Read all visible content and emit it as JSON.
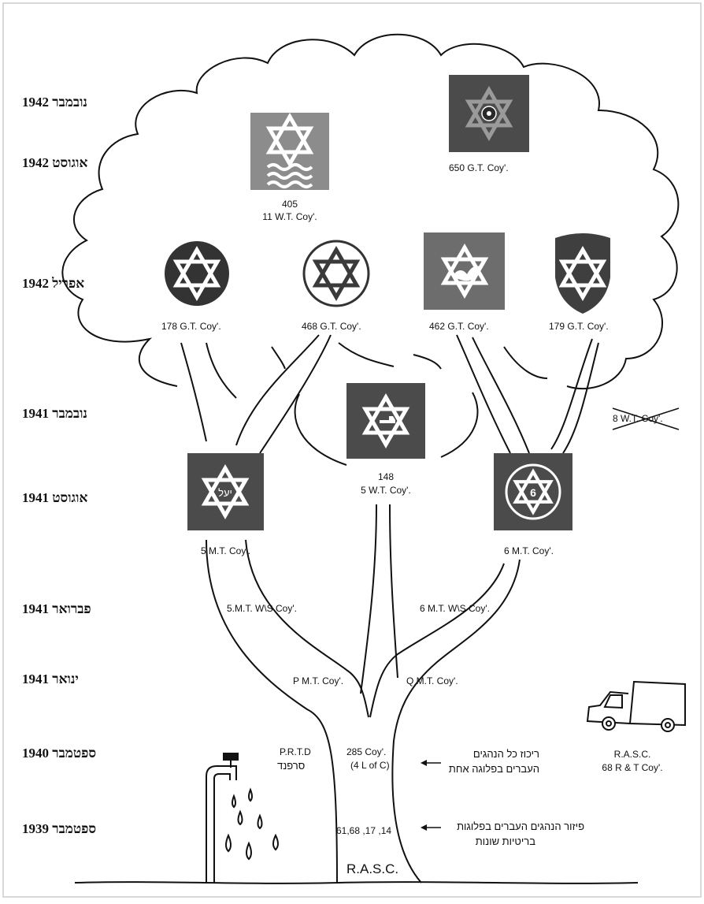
{
  "timeline": [
    "נובמבר 1942",
    "אוגוסט 1942",
    "אפריל 1942",
    "נובמבר 1941",
    "אוגוסט 1941",
    "פברואר 1941",
    "ינואר 1941",
    "ספטמבר 1940",
    "ספטמבר 1939"
  ],
  "units": {
    "u650": "650 G.T. Coy'.",
    "u405_num": "405",
    "u405_name": "11 W.T. Coy'.",
    "u178": "178 G.T. Coy'.",
    "u468": "468 G.T. Coy'.",
    "u462": "462 G.T. Coy'.",
    "u179": "179 G.T. Coy'.",
    "u148_num": "148",
    "u148_name": "5 W.T. Coy'.",
    "u8wt": "8 W.T. Coy'.",
    "u5mt": "5 M.T. Coy'.",
    "u6mt": "6 M.T. Coy'.",
    "u5ws": "5.M.T. W\\S Coy'.",
    "u6ws": "6 M.T. W\\S Coy'.",
    "pmt": "P M.T. Coy'.",
    "qmt": "Q M.T. Coy'.",
    "prtd": "P.R.T.D",
    "prtd_heb": "סרפנד",
    "c285": "285 Coy'.",
    "c285_sub": "(4 L of C)",
    "companies_1939": "61,68 ,17 ,14",
    "rasc_label": "R.A.S.C.",
    "rasc_unit": "68 R & T Coy'.",
    "root": "R.A.S.C."
  },
  "notes": {
    "n1940_a": "ריכוז כל הנהגים",
    "n1940_b": "העברים בפלוגה אחת",
    "n1939_a": "פיזור הנהגים העברים בפלוגות",
    "n1939_b": "בריטיות שונות"
  },
  "badge_texts": {
    "yael": "יעל",
    "six": "6"
  },
  "colors": {
    "badge_dark": "#4b4b4b",
    "badge_mid": "#6d6d6d",
    "badge_light": "#8c8c8c",
    "line": "#111111"
  },
  "icons": [
    "star-of-david-icon",
    "waves-icon",
    "shield-icon",
    "wheel-icon",
    "bird-icon",
    "truck-icon",
    "water-tap-icon",
    "arrow-left-icon"
  ]
}
